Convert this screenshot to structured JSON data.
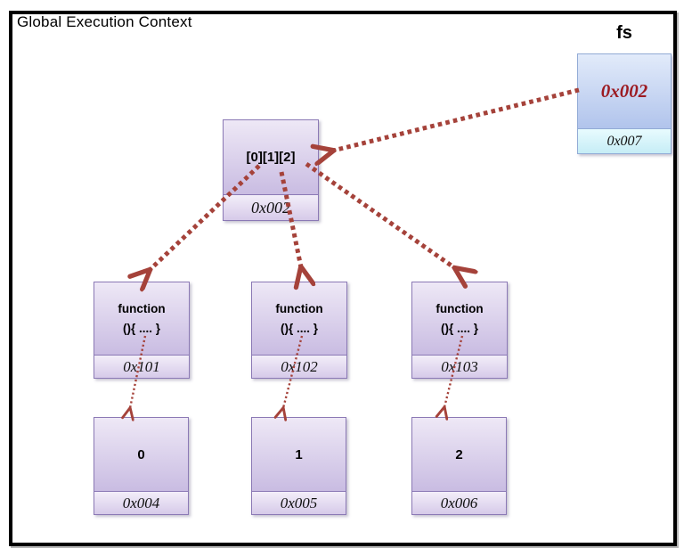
{
  "title": "Global Execution Context",
  "colors": {
    "arrow": "#a5423a",
    "border_purple": "#8b79b5",
    "border_blue": "#92abd6",
    "address_red": "#9c1b22"
  },
  "fs_box": {
    "label": "fs",
    "value": "0x002",
    "address": "0x007"
  },
  "array_box": {
    "value": "[0][1][2]",
    "address": "0x002"
  },
  "function_boxes": [
    {
      "line1": "function",
      "line2": "(){ .... }",
      "address": "0x101"
    },
    {
      "line1": "function",
      "line2": "(){ .... }",
      "address": "0x102"
    },
    {
      "line1": "function",
      "line2": "(){ .... }",
      "address": "0x103"
    }
  ],
  "value_boxes": [
    {
      "value": "0",
      "address": "0x004"
    },
    {
      "value": "1",
      "address": "0x005"
    },
    {
      "value": "2",
      "address": "0x006"
    }
  ],
  "connections": [
    {
      "from": "fs-box",
      "to": "array-box",
      "style": "thick-dotted"
    },
    {
      "from": "array-box",
      "to": "function-box-0",
      "style": "thick-dotted"
    },
    {
      "from": "array-box",
      "to": "function-box-1",
      "style": "thick-dotted"
    },
    {
      "from": "array-box",
      "to": "function-box-2",
      "style": "thick-dotted"
    },
    {
      "from": "function-box-0",
      "to": "value-box-0",
      "style": "thin-dotted"
    },
    {
      "from": "function-box-1",
      "to": "value-box-1",
      "style": "thin-dotted"
    },
    {
      "from": "function-box-2",
      "to": "value-box-2",
      "style": "thin-dotted"
    }
  ]
}
